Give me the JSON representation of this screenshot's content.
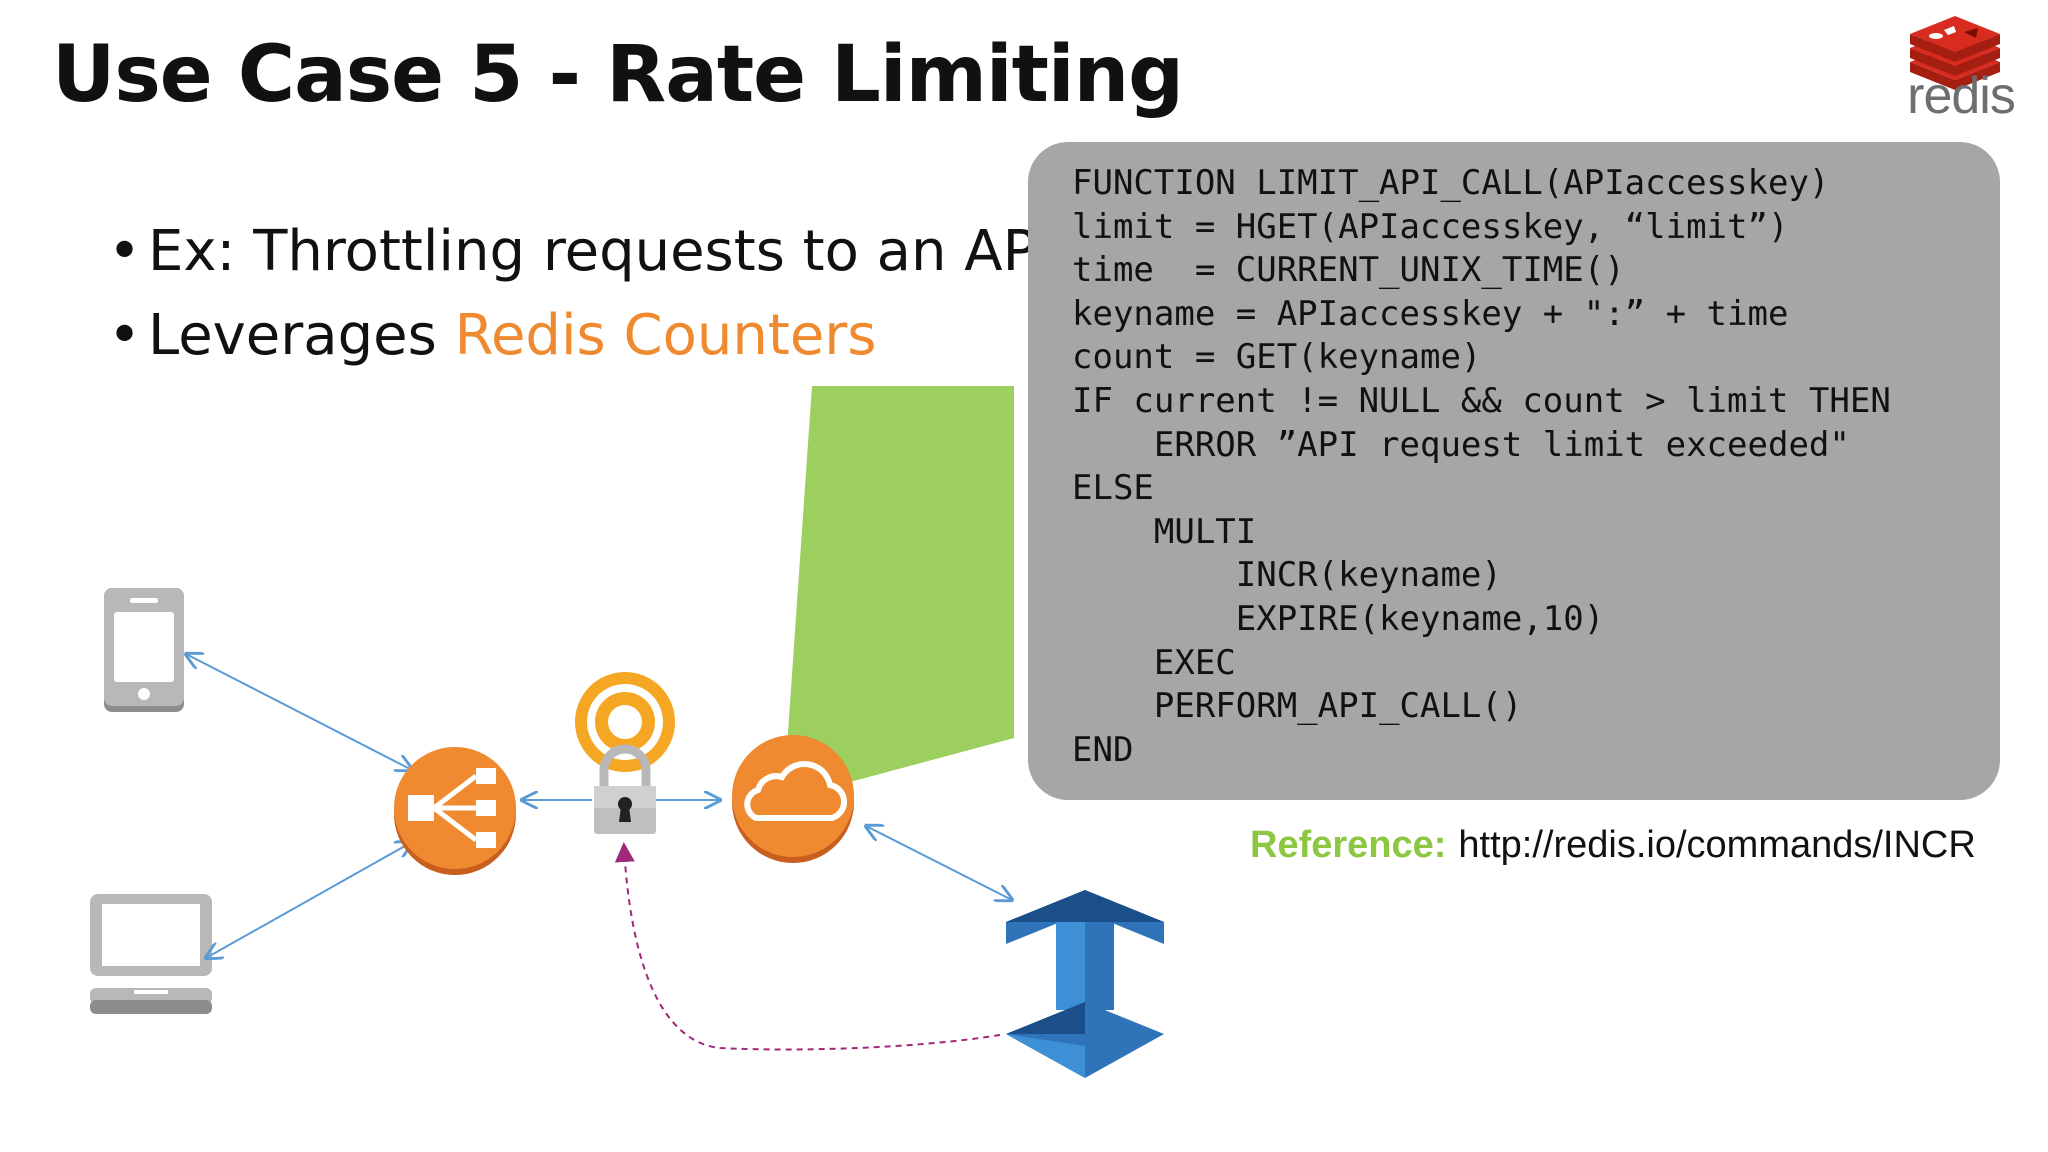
{
  "slide": {
    "title": "Use Case 5 - Rate Limiting",
    "logo": {
      "text": "redis",
      "brand_color": "#d82c20"
    },
    "bullets": [
      {
        "bullet": "•",
        "text": "Ex: Throttling requests to an API",
        "highlight": ""
      },
      {
        "bullet": "•",
        "text": "Leverages ",
        "highlight": "Redis Counters"
      }
    ],
    "accent_color": "#f08a30",
    "code": [
      "FUNCTION LIMIT_API_CALL(APIaccesskey)",
      "limit = HGET(APIaccesskey, “limit”)",
      "time  = CURRENT_UNIX_TIME()",
      "keyname = APIaccesskey + \":” + time",
      "count = GET(keyname)",
      "IF current != NULL && count > limit THEN",
      "    ERROR ”API request limit exceeded\"",
      "ELSE",
      "    MULTI",
      "        INCR(keyname)",
      "        EXPIRE(keyname,10)",
      "    EXEC",
      "    PERFORM_API_CALL()",
      "END"
    ],
    "reference": {
      "label": "Reference:",
      "url": "http://redis.io/commands/INCR"
    },
    "diagram_icons": {
      "phone": "mobile-phone-icon",
      "laptop": "laptop-icon",
      "load_balancer": "load-balancer-icon",
      "lock": "padlock-icon",
      "signal": "signal-beacon-icon",
      "cloud": "cloud-service-icon",
      "cache": "elasticache-icon"
    },
    "colors": {
      "orange": "#f08a30",
      "code_bg": "#a6a6a6",
      "green": "#9ccf5e",
      "arrow": "#5b9bd5",
      "dashed_arrow": "#a0287a",
      "cache_blue": "#2f74b8"
    }
  }
}
